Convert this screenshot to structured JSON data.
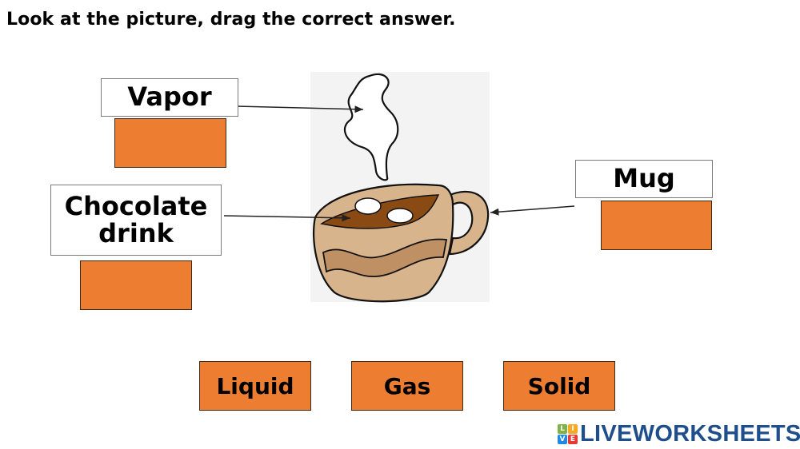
{
  "instruction": "Look at the picture, drag the correct answer.",
  "labels": {
    "vapor": "Vapor",
    "chocolate_line1": "Chocolate",
    "chocolate_line2": "drink",
    "mug": "Mug"
  },
  "drop_zones": [
    {
      "for": "Vapor",
      "value": ""
    },
    {
      "for": "Chocolate drink",
      "value": ""
    },
    {
      "for": "Mug",
      "value": ""
    }
  ],
  "answer_options": [
    "Liquid",
    "Gas",
    "Solid"
  ],
  "picture": {
    "subject": "steaming cup of hot chocolate with marshmallows"
  },
  "logo": {
    "text": "LIVEWORKSHEETS",
    "tiles": [
      {
        "letter": "L",
        "color": "#7cb342"
      },
      {
        "letter": "I",
        "color": "#f9a825"
      },
      {
        "letter": "V",
        "color": "#1e88e5"
      },
      {
        "letter": "E",
        "color": "#e53935"
      }
    ]
  },
  "colors": {
    "drop_fill": "#ed7d31",
    "drop_border": "#3a2a1a",
    "logo_blue": "#1f4e8c",
    "picture_bg": "#f3f3f4"
  }
}
